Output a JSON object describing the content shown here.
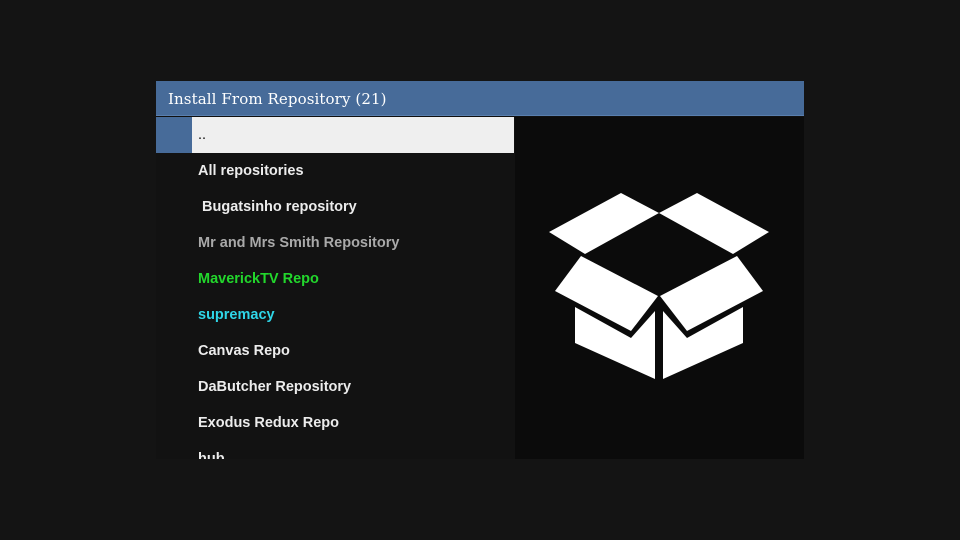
{
  "dialog": {
    "title": "Install From Repository (21)"
  },
  "list": {
    "items": [
      {
        "label": "..",
        "color": "#111111",
        "selected": true
      },
      {
        "label": "All repositories",
        "color": "#ececec"
      },
      {
        "label": " Bugatsinho repository",
        "color": "#ececec"
      },
      {
        "label": "Mr and Mrs Smith Repository",
        "color": "#a9a9a9"
      },
      {
        "label": "MaverickTV Repo",
        "color": "#22d72c"
      },
      {
        "label": "supremacy",
        "color": "#2fd6e8"
      },
      {
        "label": "Canvas Repo",
        "color": "#ececec"
      },
      {
        "label": "DaButcher Repository",
        "color": "#ececec"
      },
      {
        "label": "Exodus Redux Repo",
        "color": "#ececec"
      },
      {
        "label": "hub",
        "color": "#ececec"
      }
    ]
  },
  "preview": {
    "icon": "open-box-icon"
  },
  "colors": {
    "header": "#476b99",
    "background": "#141414",
    "selection": "#efefef"
  }
}
